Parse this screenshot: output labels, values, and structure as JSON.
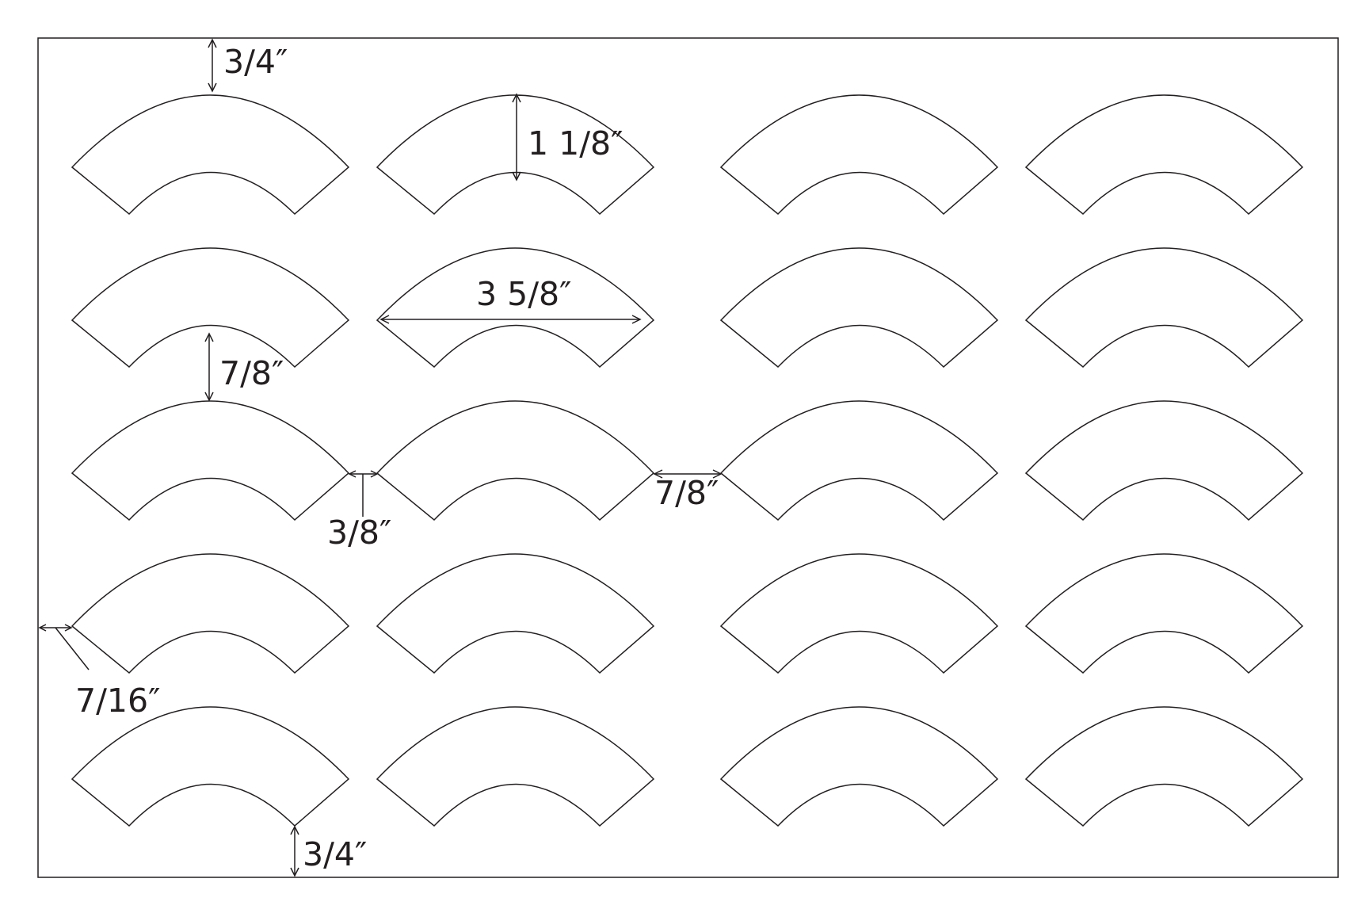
{
  "colors": {
    "background": "#ffffff",
    "stroke": "#231f20"
  },
  "labels": {
    "top_margin": "3/4″",
    "label_height": "1 1/8″",
    "label_width": "3 5/8″",
    "vertical_gap": "7/8″",
    "horizontal_gap_small": "3/8″",
    "horizontal_gap_large": "7/8″",
    "left_margin": "7/16″",
    "bottom_margin": "3/4″"
  },
  "grid": {
    "rows": 5,
    "columns": 4
  }
}
